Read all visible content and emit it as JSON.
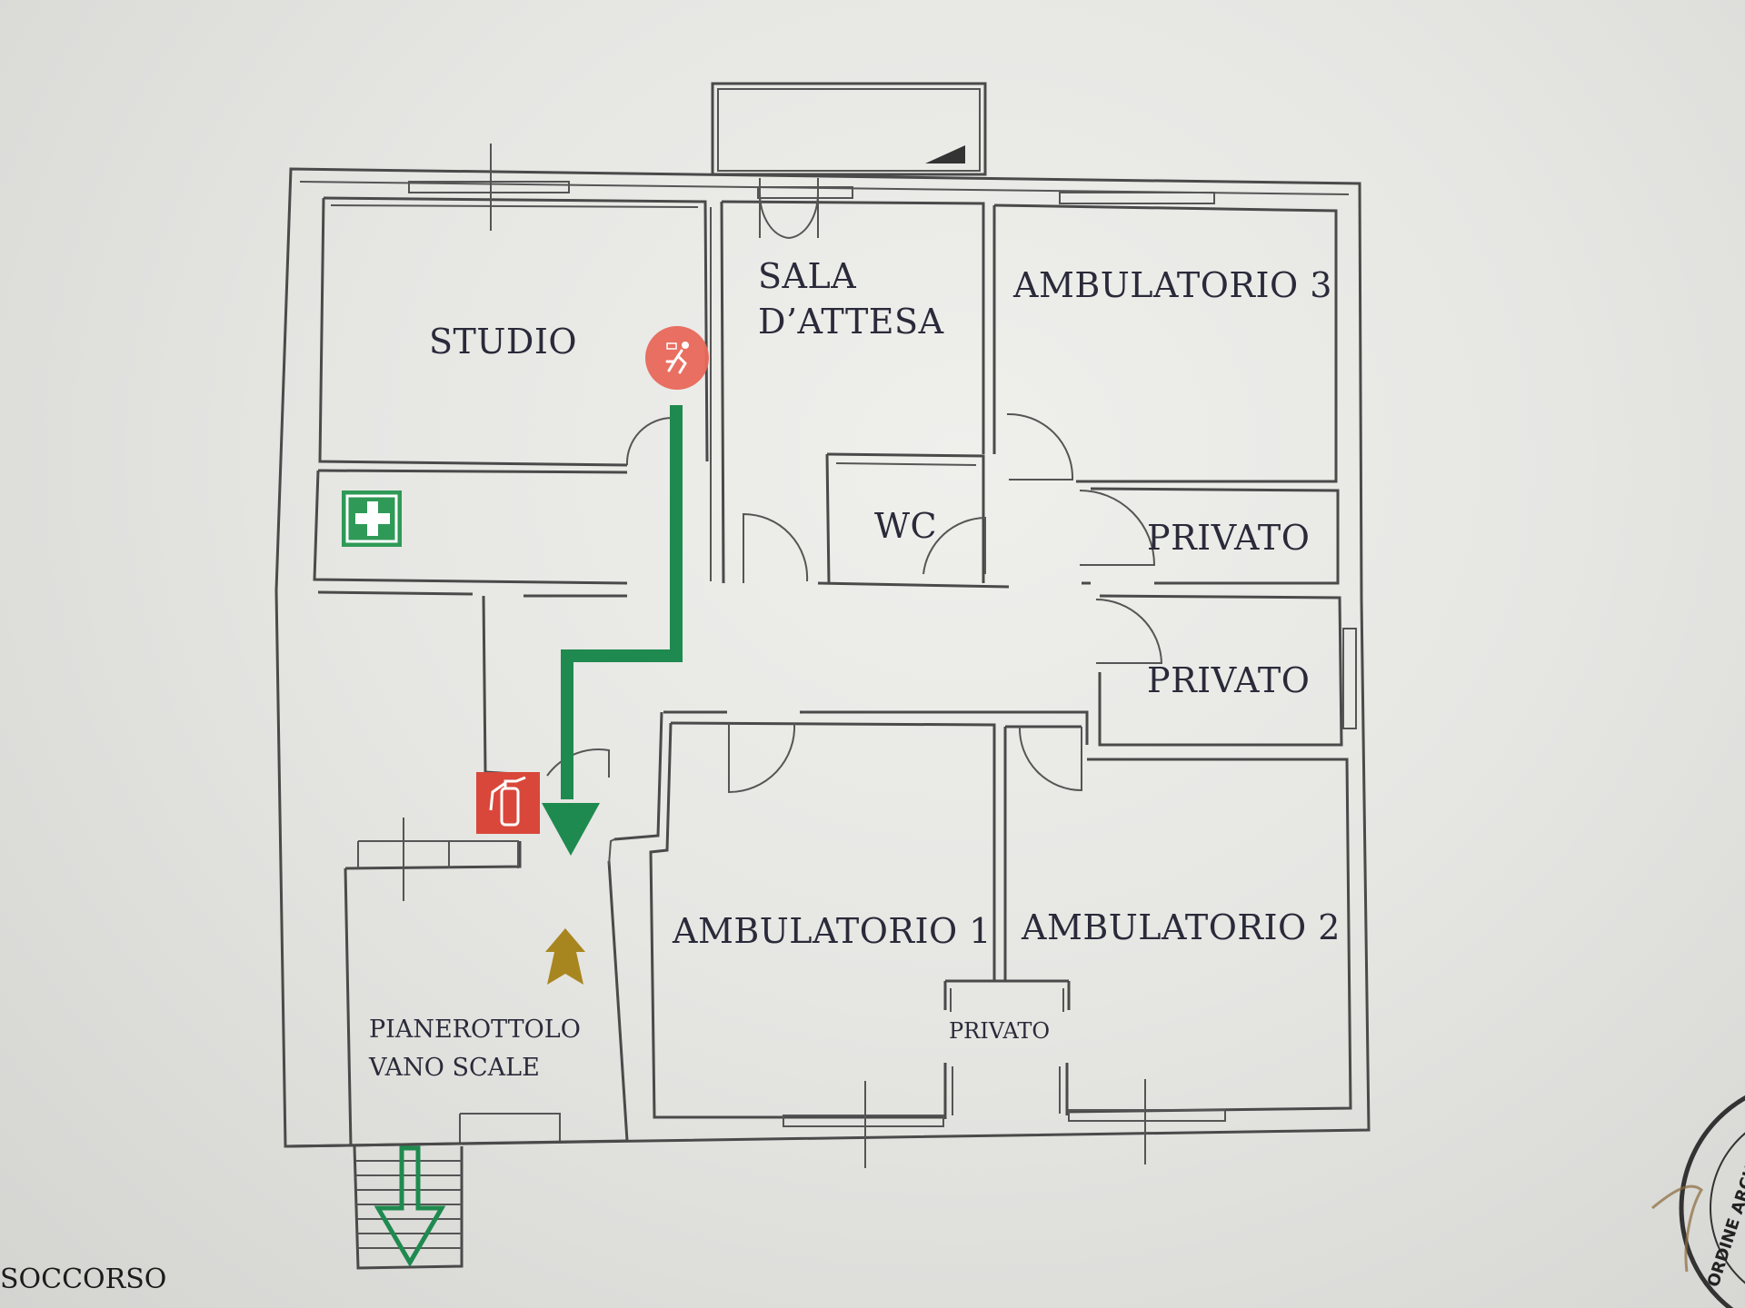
{
  "rooms": {
    "studio": "STUDIO",
    "sala_line1": "SALA",
    "sala_line2": "D’ATTESA",
    "ambulatorio3": "AMBULATORIO 3",
    "wc": "WC",
    "privato_a": "PRIVATO",
    "privato_b": "PRIVATO",
    "ambulatorio1": "AMBULATORIO 1",
    "ambulatorio2": "AMBULATORIO 2",
    "privato_small": "PRIVATO",
    "pianerottolo_line1": "PIANEROTTOLO",
    "pianerottolo_line2": "VANO SCALE"
  },
  "legend": {
    "soccorso": "SOCCORSO"
  },
  "stamp": {
    "text": "ORDINE ARCHITETTI"
  },
  "colors": {
    "route_green": "#1f8a4f",
    "first_aid_green": "#2f9a57",
    "extinguisher_red": "#d9473a",
    "you_are_here": "#e8685a",
    "up_arrow": "#a8861f"
  },
  "icons": [
    "you-are-here-icon",
    "first-aid-icon",
    "fire-extinguisher-icon",
    "stairs-up-arrow-icon",
    "exit-arrow-icon"
  ]
}
